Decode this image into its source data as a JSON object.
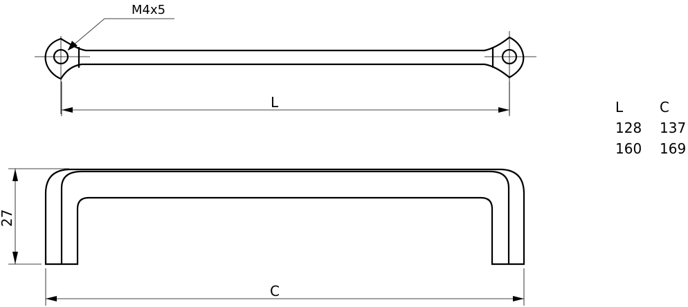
{
  "labels": {
    "thread": "M4x5",
    "length_dim": "L",
    "height_dim": "27",
    "width_dim": "C"
  },
  "table": {
    "headers": [
      "L",
      "C"
    ],
    "rows": [
      [
        "128",
        "137"
      ],
      [
        "160",
        "169"
      ]
    ]
  }
}
